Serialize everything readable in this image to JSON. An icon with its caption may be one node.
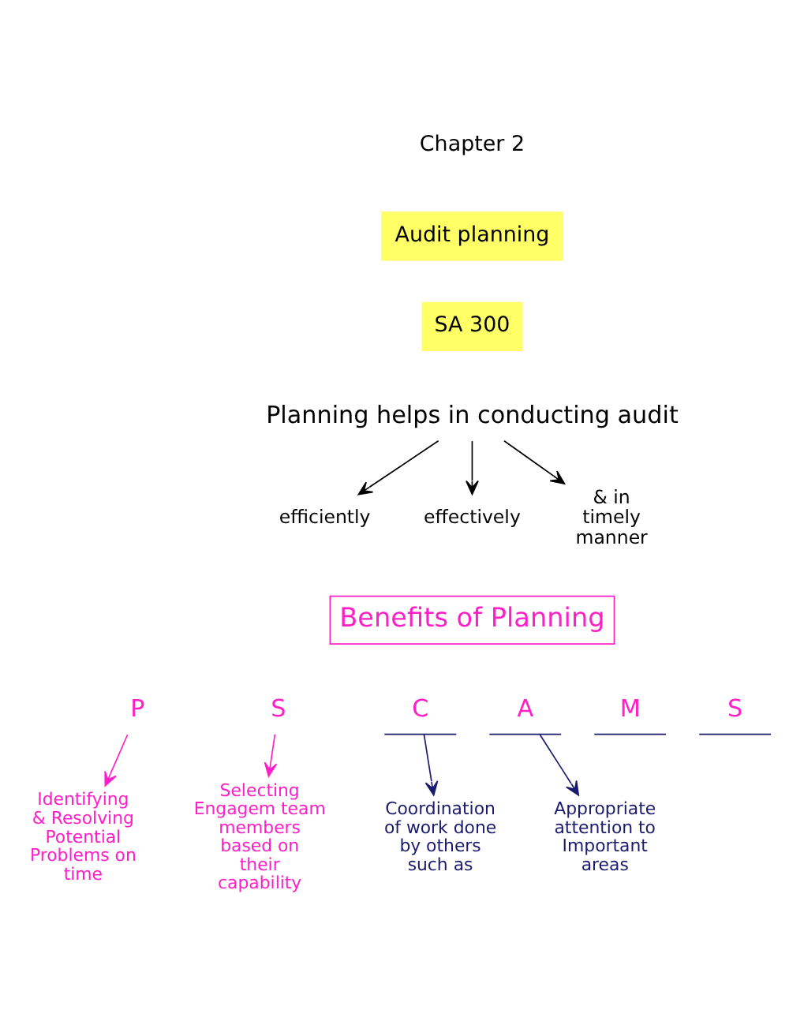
{
  "diagram": {
    "nodes": [
      {
        "text": [
          "Planning helps in conducting audit"
        ]
      },
      {
        "text": [
          "efficiently"
        ]
      },
      {
        "text": [
          "effectively"
        ]
      },
      {
        "text": [
          "& in timely manner"
        ]
      },
      {
        "text": [
          "Benefits of Planning"
        ]
      },
      {
        "text": [
          "P"
        ]
      },
      {
        "text": [
          "S"
        ]
      },
      {
        "text": [
          "C"
        ]
      },
      {
        "text": [
          "A"
        ]
      },
      {
        "text": [
          "M"
        ]
      },
      {
        "text": [
          "S"
        ]
      },
      {
        "text": [
          "Identifying & Resolving Potential Problems on time"
        ]
      },
      {
        "text": [
          "Selecting Engagem team members based on their capability"
        ]
      },
      {
        "text": [
          "Coordination of work done by others such as"
        ]
      },
      {
        "text": [
          "Appropriate attention to Important areas"
        ]
      }
    ],
    "edges": [
      {
        "from": 0,
        "to": 1,
        "arrow": "to"
      },
      {
        "from": 0,
        "to": 2,
        "arrow": "to"
      },
      {
        "from": 0,
        "to": 3,
        "arrow": "to"
      },
      {
        "from": 5,
        "to": 11,
        "arrow": "to",
        "color": "#ff1fc8"
      },
      {
        "from": 6,
        "to": 12,
        "arrow": "to",
        "color": "#ff1fc8"
      },
      {
        "from": 7,
        "to": 13,
        "arrow": "to",
        "color": "#1a1a6e"
      },
      {
        "from": 8,
        "to": 14,
        "arrow": "to",
        "color": "#1a1a6e"
      }
    ],
    "labels": [
      "Chapter 2",
      "Audit planning",
      "SA 300"
    ]
  }
}
